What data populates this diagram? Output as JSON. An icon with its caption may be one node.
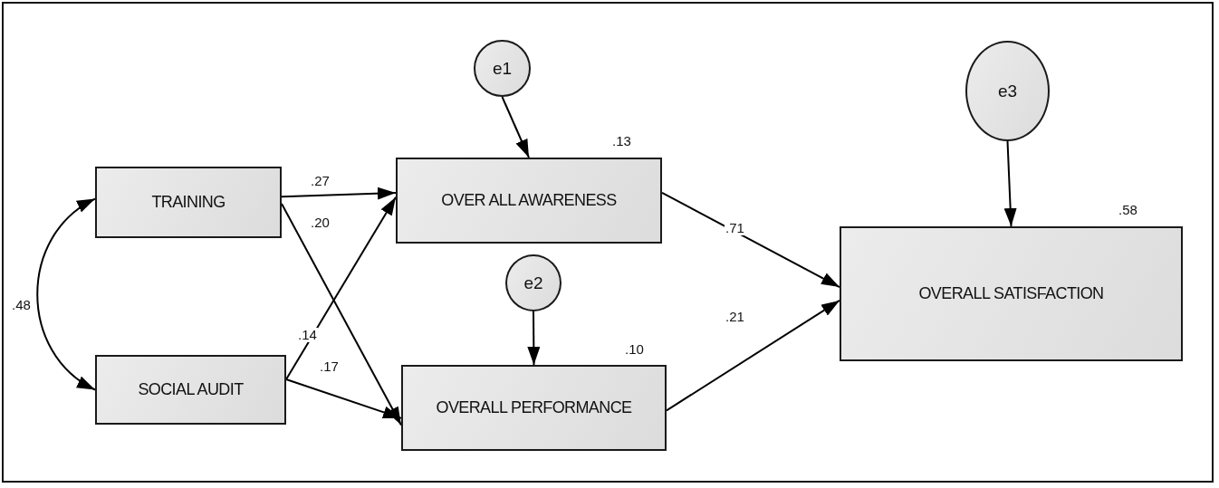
{
  "diagram": {
    "nodes": [
      {
        "text": [
          "TRAINING"
        ]
      },
      {
        "text": [
          "SOCIAL AUDIT"
        ]
      },
      {
        "text": [
          "e1"
        ]
      },
      {
        "text": [
          "OVER ALL AWARENESS"
        ],
        "beside": [
          ".13"
        ]
      },
      {
        "text": [
          "e2"
        ]
      },
      {
        "text": [
          "OVERALL PERFORMANCE"
        ],
        "beside": [
          ".10"
        ]
      },
      {
        "text": [
          "e3"
        ]
      },
      {
        "text": [
          "OVERALL SATISFACTION"
        ],
        "beside": [
          ".58"
        ]
      }
    ],
    "edges": [
      {
        "from": 0,
        "to": 1,
        "arrow": "both",
        "label": ".48"
      },
      {
        "from": 0,
        "to": 3,
        "arrow": "to",
        "label": ".27"
      },
      {
        "from": 0,
        "to": 5,
        "arrow": "to",
        "label": ".20"
      },
      {
        "from": 1,
        "to": 3,
        "arrow": "to",
        "label": ".14"
      },
      {
        "from": 1,
        "to": 5,
        "arrow": "to",
        "label": ".17"
      },
      {
        "from": 2,
        "to": 3,
        "arrow": "to"
      },
      {
        "from": 4,
        "to": 5,
        "arrow": "to"
      },
      {
        "from": 3,
        "to": 7,
        "arrow": "to",
        "label": ".71"
      },
      {
        "from": 5,
        "to": 7,
        "arrow": "to",
        "label": ".21"
      },
      {
        "from": 6,
        "to": 7,
        "arrow": "to"
      }
    ]
  }
}
